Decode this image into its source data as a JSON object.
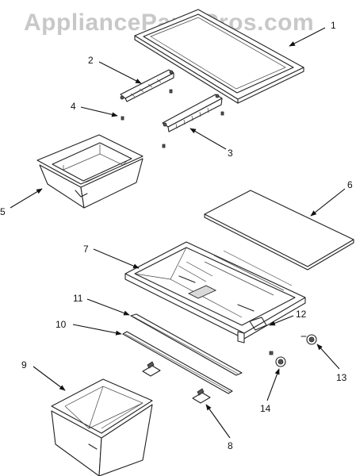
{
  "watermark": "AppliancePartsPros.com",
  "callouts": [
    {
      "id": "1",
      "label": "1"
    },
    {
      "id": "2",
      "label": "2"
    },
    {
      "id": "3",
      "label": "3"
    },
    {
      "id": "4",
      "label": "4"
    },
    {
      "id": "5",
      "label": "5"
    },
    {
      "id": "6",
      "label": "6"
    },
    {
      "id": "7",
      "label": "7"
    },
    {
      "id": "8",
      "label": "8"
    },
    {
      "id": "9",
      "label": "9"
    },
    {
      "id": "10",
      "label": "10"
    },
    {
      "id": "11",
      "label": "11"
    },
    {
      "id": "12",
      "label": "12"
    },
    {
      "id": "13",
      "label": "13"
    },
    {
      "id": "14",
      "label": "14"
    }
  ]
}
